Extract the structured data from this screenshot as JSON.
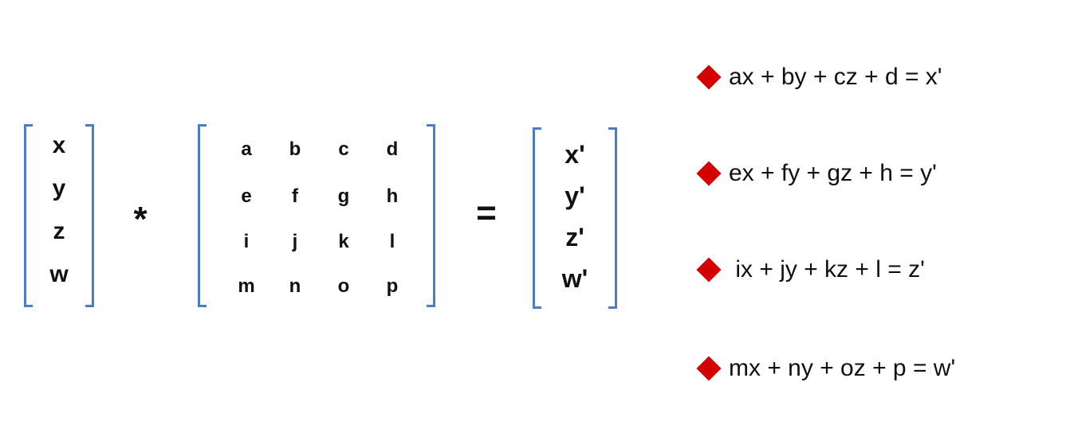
{
  "colors": {
    "bracket": "#4a7cc7",
    "bullet": "#d40000",
    "text": "#111111"
  },
  "vector": [
    "x",
    "y",
    "z",
    "w"
  ],
  "multiply_symbol": "*",
  "matrix": [
    [
      "a",
      "b",
      "c",
      "d"
    ],
    [
      "e",
      "f",
      "g",
      "h"
    ],
    [
      "i",
      "j",
      "k",
      "l"
    ],
    [
      "m",
      "n",
      "o",
      "p"
    ]
  ],
  "equals_symbol": "=",
  "result": [
    "x'",
    "y'",
    "z'",
    "w'"
  ],
  "equations": [
    {
      "icon": "red-diamond-bullet",
      "text": "ax + by + cz + d = x'"
    },
    {
      "icon": "red-diamond-bullet",
      "text": "ex + fy + gz + h = y'"
    },
    {
      "icon": "red-diamond-bullet",
      "text": " ix + jy + kz + l = z'"
    },
    {
      "icon": "red-diamond-bullet",
      "text": "mx + ny + oz + p = w'"
    }
  ]
}
